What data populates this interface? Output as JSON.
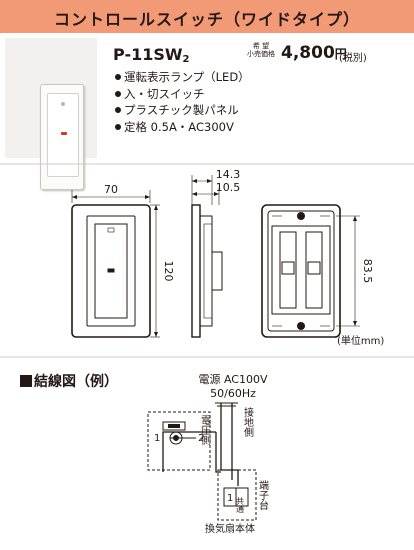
{
  "header": {
    "title": "コントロールスイッチ（ワイドタイプ）",
    "color": "#f29a76"
  },
  "product": {
    "model": "P-11SW",
    "model_suffix": "2",
    "price_label_line1": "希 望",
    "price_label_line2": "小売価格",
    "price": "4,800",
    "price_unit": "円",
    "tax_note": "(税別)"
  },
  "features": [
    "運転表示ランプ（LED）",
    "入・切スイッチ",
    "プラスチック製パネル",
    "定格 0.5A・AC300V"
  ],
  "dimensions": {
    "width": "70",
    "height": "120",
    "depth_total": "14.3",
    "depth_plate": "10.5",
    "mount_pitch": "83.5",
    "unit_note": "(単位mm)"
  },
  "wiring": {
    "title": "結線図（例）",
    "power_line1": "電源 AC100V",
    "power_line2": "50/60Hz",
    "voltage_side": "電圧側",
    "ground_side": "接地側",
    "terminal_1": "1",
    "terminal_2": "2",
    "common_terminal": "1",
    "common_label": "共通",
    "terminal_block": "端子台",
    "fan_body": "換気扇本体"
  }
}
